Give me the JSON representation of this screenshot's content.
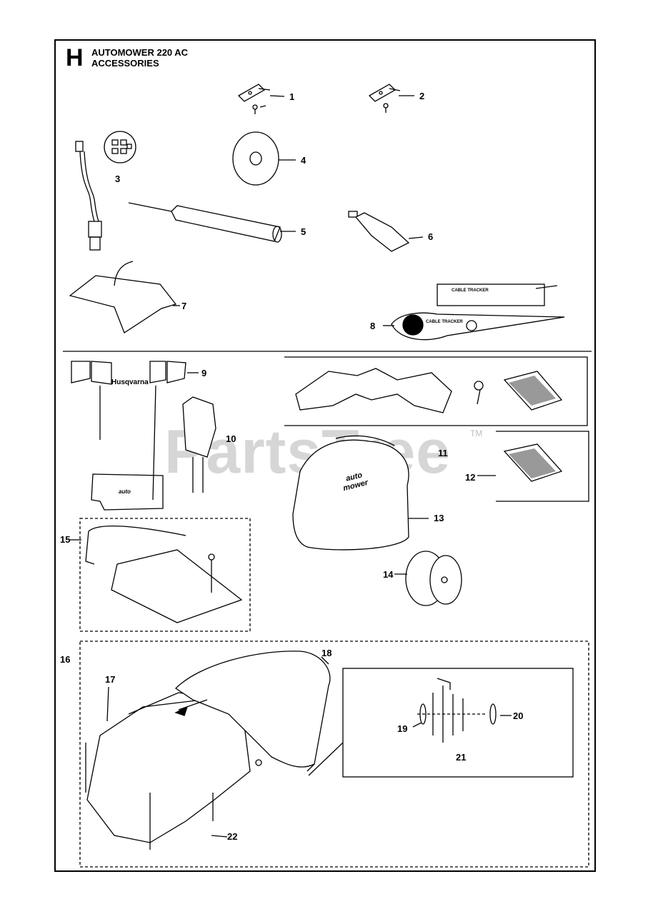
{
  "page": {
    "section_letter": "H",
    "title_line1": "AUTOMOWER 220 AC",
    "title_line2": "ACCESSORIES"
  },
  "watermark": {
    "text": "PartsTree",
    "tm": "TM"
  },
  "callouts": {
    "c1": "1",
    "c2": "2",
    "c3": "3",
    "c4": "4",
    "c5": "5",
    "c6": "6",
    "c7": "7",
    "c8": "8",
    "c9": "9",
    "c10": "10",
    "c11": "11",
    "c12": "12",
    "c13": "13",
    "c14": "14",
    "c15": "15",
    "c16": "16",
    "c17": "17",
    "c18": "18",
    "c19": "19",
    "c20": "20",
    "c21": "21",
    "c22": "22"
  },
  "part_text": {
    "brand": "Husqvarna",
    "bag_logo_line1": "auto",
    "bag_logo_line2": "mower",
    "plate_label": "auto",
    "tracker_label_1": "CABLE TRACKER",
    "tracker_label_2": "CABLE TRACKER"
  }
}
